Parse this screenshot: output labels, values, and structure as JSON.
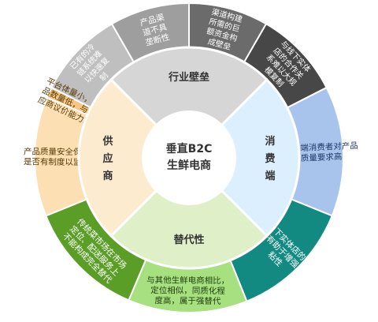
{
  "center": {
    "line1": "垂直B2C",
    "line2": "生鲜电商"
  },
  "inner_ring": [
    {
      "id": "industry",
      "label": "行业壁垒",
      "color": "#d6d6d6"
    },
    {
      "id": "consumer",
      "label": "消费端",
      "color": "#dcefff"
    },
    {
      "id": "substitute",
      "label": "替代性",
      "color": "#dff0c9"
    },
    {
      "id": "supply",
      "label": "供应商",
      "color": "#fdebcf"
    }
  ],
  "outer_ring": [
    {
      "id": "o1",
      "color": "#bfbfbf",
      "lines": [
        "已有的冷",
        "链系统难",
        "以快速复",
        "制"
      ]
    },
    {
      "id": "o2",
      "color": "#9e9e9e",
      "lines": [
        "产品渠",
        "道不具",
        "垄断性"
      ]
    },
    {
      "id": "o3",
      "color": "#6b6b6b",
      "lines": [
        "渠道构建",
        "所需的巨",
        "额资金构",
        "成壁垒"
      ]
    },
    {
      "id": "o4",
      "color": "#474747",
      "lines": [
        "与线下实体",
        "店的合作关",
        "系难以大规",
        "模复制"
      ]
    },
    {
      "id": "o5",
      "color": "#a9c4ec",
      "lines": [
        "中高端消费者对产品",
        "质量要求高"
      ]
    },
    {
      "id": "o6",
      "color": "#128a82",
      "lines": [
        "与线下实体店的合作",
        "关系有助于增强用户",
        "粘性"
      ]
    },
    {
      "id": "o7",
      "color": "#a7e07f",
      "lines": [
        "与其他生鲜电商相比，",
        "定位相似，同质化程",
        "度高，属于强替代"
      ]
    },
    {
      "id": "o8",
      "color": "#5a9e28",
      "lines": [
        "传统菜市场在市场",
        "定位、配送服务上",
        "不能构成完全替代"
      ]
    },
    {
      "id": "o9",
      "color": "#fcdfb3",
      "lines": [
        "产品质量安全保障",
        "是否有制度以监测"
      ]
    },
    {
      "id": "o10",
      "color": "#f8c682",
      "lines": [
        "平台体量小，产",
        "品数量低，与供",
        "应商议价能力弱"
      ]
    }
  ]
}
